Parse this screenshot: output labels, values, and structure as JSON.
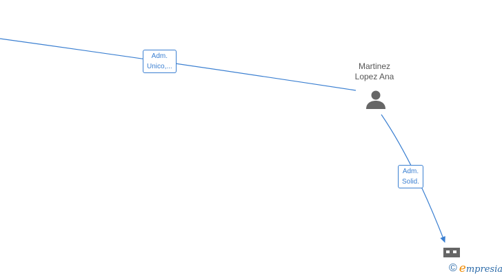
{
  "nodes": {
    "person": {
      "name_line1": "Martinez",
      "name_line2": "Lopez Ana",
      "icon": "person-icon"
    },
    "company": {
      "icon": "building-icon"
    }
  },
  "edges": [
    {
      "label_line1": "Adm.",
      "label_line2": "Unico,..."
    },
    {
      "label_line1": "Adm.",
      "label_line2": "Solid."
    }
  ],
  "watermark": {
    "symbol": "©",
    "brand_initial": "e",
    "brand_rest": "mpresia"
  },
  "colors": {
    "edge": "#3a7fd1",
    "node_text": "#555555",
    "icon": "#666666",
    "brand": "#2b6aa8",
    "brand_accent": "#f08a00"
  }
}
